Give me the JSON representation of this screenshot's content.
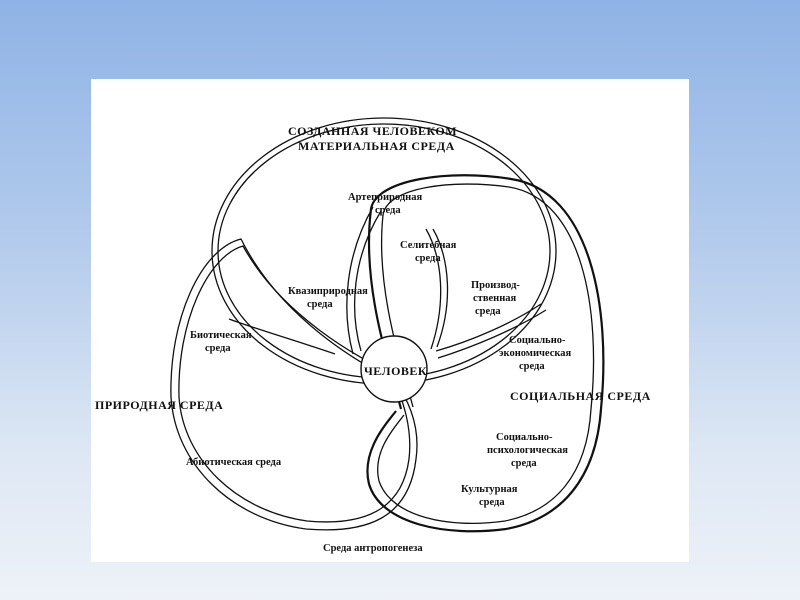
{
  "diagram": {
    "created_env": {
      "line1": "СОЗДАННАЯ ЧЕЛОВЕКОМ",
      "line2": "МАТЕРИАЛЬНАЯ СРЕДА"
    },
    "natural_env": "ПРИРОДНАЯ СРЕДА",
    "social_env": "СОЦИАЛЬНАЯ СРЕДА",
    "center": "ЧЕЛОВЕК",
    "quasi_natural": {
      "line1": "Квазиприродная",
      "line2": "среда"
    },
    "arte_natural": {
      "line1": "Артеприродная",
      "line2": "среда"
    },
    "selitebnaya": {
      "line1": "Селитебная",
      "line2": "среда"
    },
    "production": {
      "line1": "Производ-",
      "line2": "ственная",
      "line3": "среда"
    },
    "biotic": {
      "line1": "Биотическая",
      "line2": "среда"
    },
    "abiotic": "Абиотическая среда",
    "socio_economic": {
      "line1": "Социально-",
      "line2": "экономическая",
      "line3": "среда"
    },
    "socio_psychological": {
      "line1": "Социально-",
      "line2": "психологическая",
      "line3": "среда"
    },
    "cultural": {
      "line1": "Культурная",
      "line2": "среда"
    },
    "anthropogenesis": "Среда антропогенеза"
  }
}
